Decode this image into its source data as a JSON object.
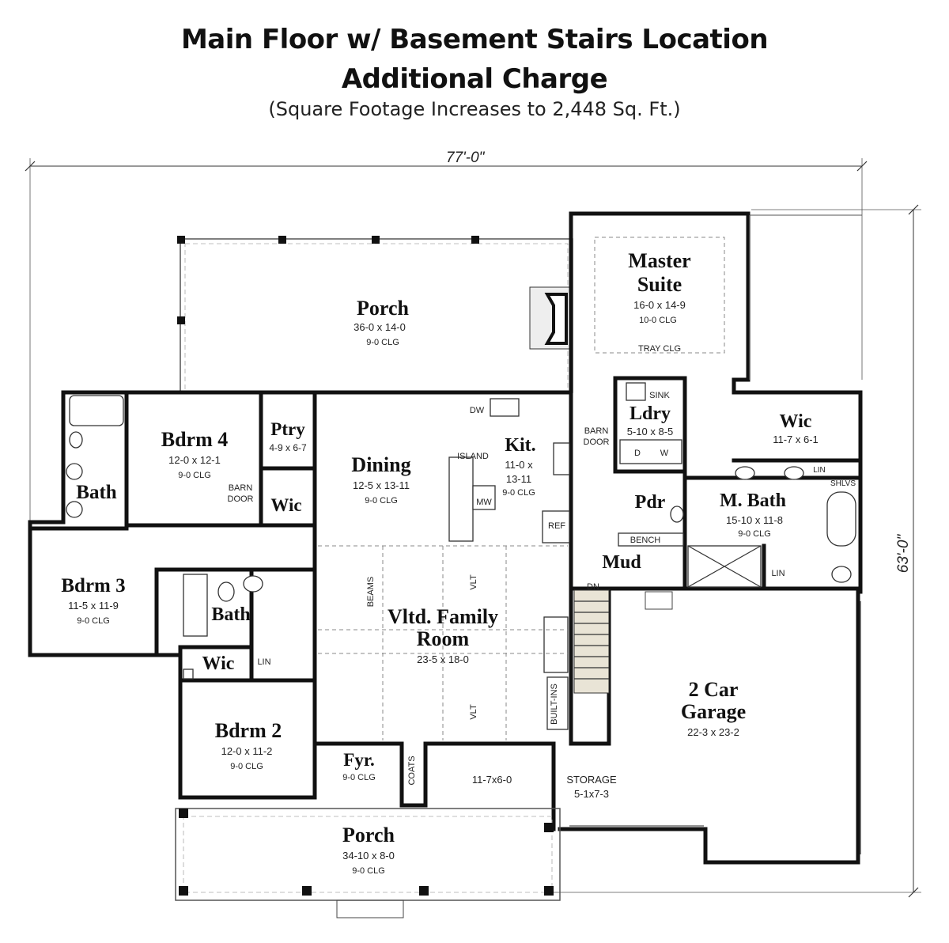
{
  "header": {
    "title_line1": "Main Floor w/ Basement Stairs Location",
    "title_line2": "Additional Charge",
    "subtitle": "(Square Footage Increases to 2,448 Sq. Ft.)"
  },
  "dimensions": {
    "width": "77'-0\"",
    "depth": "63'-0\""
  },
  "rooms": {
    "porch_rear": {
      "name": "Porch",
      "size": "36-0 x 14-0",
      "ceiling": "9-0 CLG"
    },
    "master": {
      "name1": "Master",
      "name2": "Suite",
      "size": "16-0 x 14-9",
      "ceiling": "10-0 CLG",
      "note": "TRAY CLG"
    },
    "bdrm4": {
      "name": "Bdrm 4",
      "size": "12-0 x 12-1",
      "ceiling": "9-0 CLG"
    },
    "bath_a": {
      "name": "Bath"
    },
    "ptry": {
      "name": "Ptry",
      "size": "4-9 x 6-7"
    },
    "wic_a": {
      "name": "Wic"
    },
    "dining": {
      "name": "Dining",
      "size": "12-5 x 13-11",
      "ceiling": "9-0 CLG"
    },
    "kit": {
      "name": "Kit.",
      "size1": "11-0 x",
      "size2": "13-11",
      "ceiling": "9-0 CLG"
    },
    "ldry": {
      "name": "Ldry",
      "size": "5-10 x 8-5"
    },
    "wic_b": {
      "name": "Wic",
      "size": "11-7 x 6-1"
    },
    "pdr": {
      "name": "Pdr"
    },
    "mbath": {
      "name": "M. Bath",
      "size": "15-10 x 11-8",
      "ceiling": "9-0 CLG"
    },
    "mud": {
      "name": "Mud"
    },
    "bdrm3": {
      "name": "Bdrm 3",
      "size": "11-5 x 11-9",
      "ceiling": "9-0 CLG"
    },
    "bath_b": {
      "name": "Bath"
    },
    "wic_c": {
      "name": "Wic"
    },
    "family": {
      "name1": "Vltd. Family",
      "name2": "Room",
      "size": "23-5 x 18-0"
    },
    "bdrm2": {
      "name": "Bdrm 2",
      "size": "12-0 x 11-2",
      "ceiling": "9-0 CLG"
    },
    "fyr": {
      "name": "Fyr.",
      "ceiling": "9-0 CLG"
    },
    "office": {
      "size": "11-7x6-0"
    },
    "storage": {
      "name": "STORAGE",
      "size": "5-1x7-3"
    },
    "garage": {
      "name1": "2 Car",
      "name2": "Garage",
      "size": "22-3 x 23-2"
    },
    "porch_front": {
      "name": "Porch",
      "size": "34-10 x 8-0",
      "ceiling": "9-0 CLG"
    }
  },
  "labels": {
    "dw": "DW",
    "sink": "SINK",
    "island": "ISLAND",
    "mw": "MW",
    "ref": "REF",
    "barn_door": "BARN",
    "barn_door2": "DOOR",
    "w": "W",
    "d": "D",
    "lin": "LIN",
    "shlvs": "SHLVS",
    "bench": "BENCH",
    "dn": "DN",
    "beams": "BEAMS",
    "vlt": "VLT",
    "builtins": "BUILT-INS",
    "coats": "COATS"
  }
}
